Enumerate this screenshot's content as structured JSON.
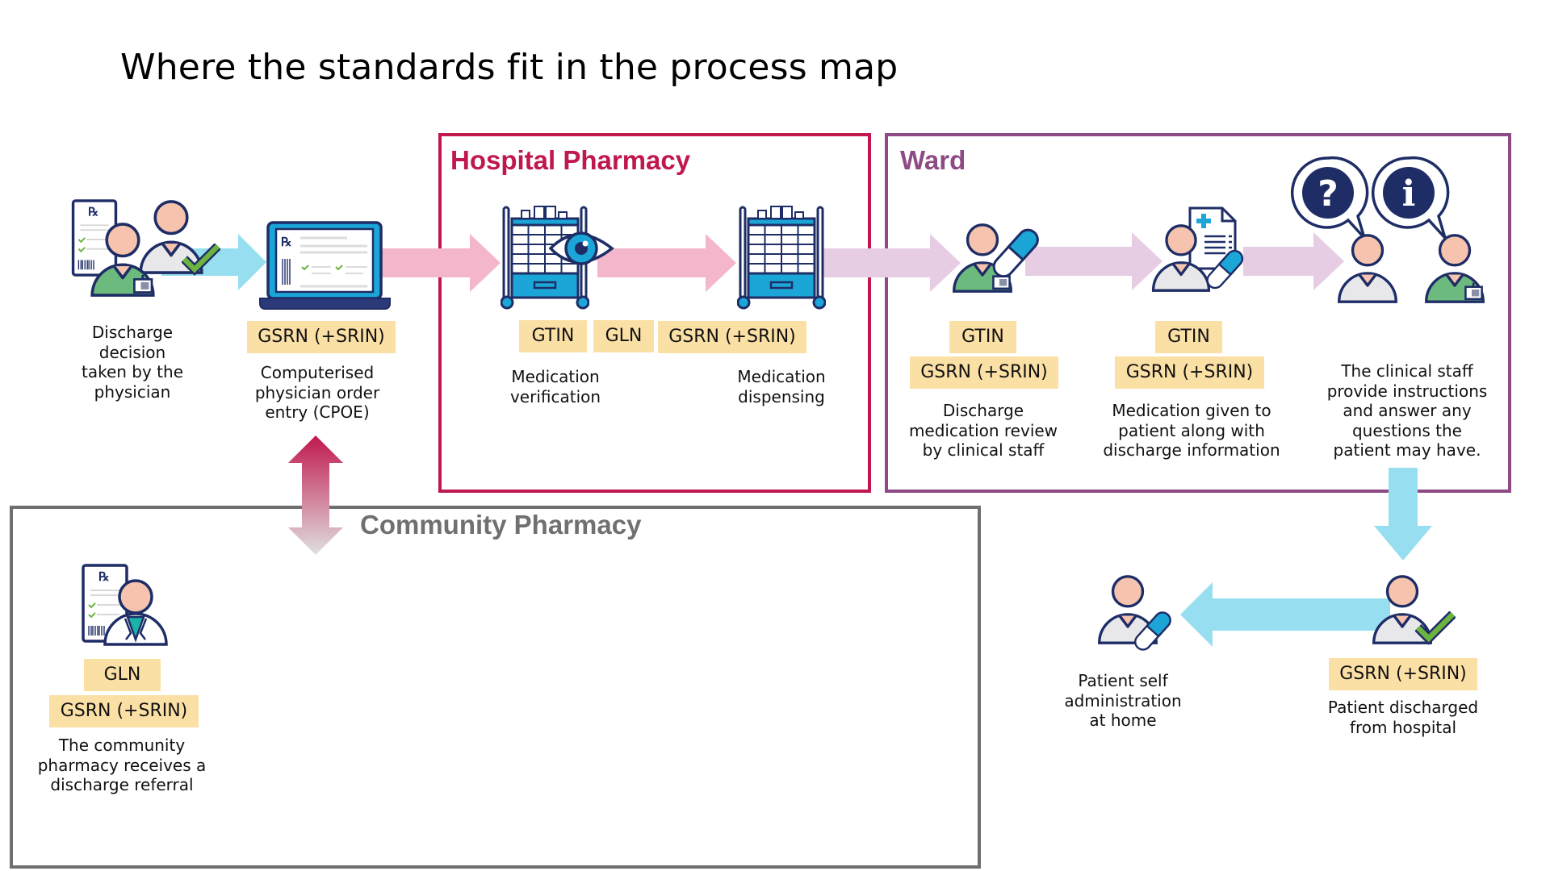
{
  "title": "Where the standards fit in the process map",
  "colors": {
    "hospital": "#c0184d",
    "ward": "#8e4a85",
    "community": "#6f6f6f",
    "badge": "#fbe0a6",
    "arrow_blue": "#97dff0",
    "arrow_pink": "#f4b6cb",
    "arrow_lilac": "#e6cde3",
    "navy": "#1e2d66",
    "cyan": "#1ca6d8",
    "green": "#6cb33f"
  },
  "sections": {
    "hospital": {
      "title": "Hospital Pharmacy"
    },
    "ward": {
      "title": "Ward"
    },
    "community": {
      "title": "Community Pharmacy"
    }
  },
  "steps": {
    "discharge_decision": {
      "icon": "physician-with-prescription-icon",
      "badges": [],
      "label": [
        "Discharge",
        "decision",
        "taken by the",
        "physician"
      ]
    },
    "cpoe": {
      "icon": "laptop-prescription-icon",
      "badges": [
        "GSRN (+SRIN)"
      ],
      "label": [
        "Computerised",
        "physician order",
        "entry (CPOE)"
      ]
    },
    "verification": {
      "icon": "medication-cart-eye-icon",
      "badges": [
        "GTIN",
        "GLN"
      ],
      "label": [
        "Medication",
        "verification"
      ]
    },
    "dispensing": {
      "icon": "medication-cart-icon",
      "badges": [
        "GSRN (+SRIN)"
      ],
      "label": [
        "Medication",
        "dispensing"
      ]
    },
    "review": {
      "icon": "staff-with-pill-icon",
      "badges": [
        "GTIN",
        "GSRN (+SRIN)"
      ],
      "label": [
        "Discharge",
        "medication review",
        "by clinical staff"
      ]
    },
    "given": {
      "icon": "patient-document-pill-icon",
      "badges": [
        "GTIN",
        "GSRN (+SRIN)"
      ],
      "label": [
        "Medication given to",
        "patient along with",
        "discharge information"
      ]
    },
    "instructions": {
      "icon": "question-info-speech-icon",
      "badges": [],
      "label": [
        "The clinical staff",
        "provide instructions",
        "and answer any",
        "questions the",
        "patient may have."
      ]
    },
    "discharged": {
      "icon": "patient-checkmark-icon",
      "badges": [
        "GSRN (+SRIN)"
      ],
      "label": [
        "Patient discharged",
        "from hospital"
      ]
    },
    "self_admin": {
      "icon": "patient-pill-icon",
      "badges": [],
      "label": [
        "Patient self",
        "administration",
        "at home"
      ]
    },
    "community_referral": {
      "icon": "pharmacist-prescription-icon",
      "badges": [
        "GLN",
        "GSRN (+SRIN)"
      ],
      "label": [
        "The community",
        "pharmacy receives a",
        "discharge referral"
      ]
    }
  }
}
